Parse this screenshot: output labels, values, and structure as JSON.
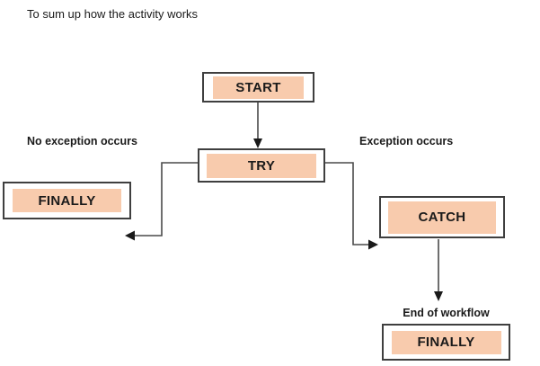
{
  "title": "To sum up how the activity works",
  "annotations": {
    "no_exception": "No exception occurs",
    "exception": "Exception occurs",
    "end_of_workflow": "End of workflow"
  },
  "nodes": {
    "start": {
      "label": "START"
    },
    "try": {
      "label": "TRY"
    },
    "finally_left": {
      "label": "FINALLY"
    },
    "catch": {
      "label": "CATCH"
    },
    "finally_bottom": {
      "label": "FINALLY"
    }
  },
  "colors": {
    "node_fill": "#F8CBAD",
    "node_border": "#3F3F3F",
    "connector": "#4A4A4A",
    "arrowhead": "#1A1A1A",
    "text": "#1A1A1A",
    "background": "#FFFFFF"
  }
}
